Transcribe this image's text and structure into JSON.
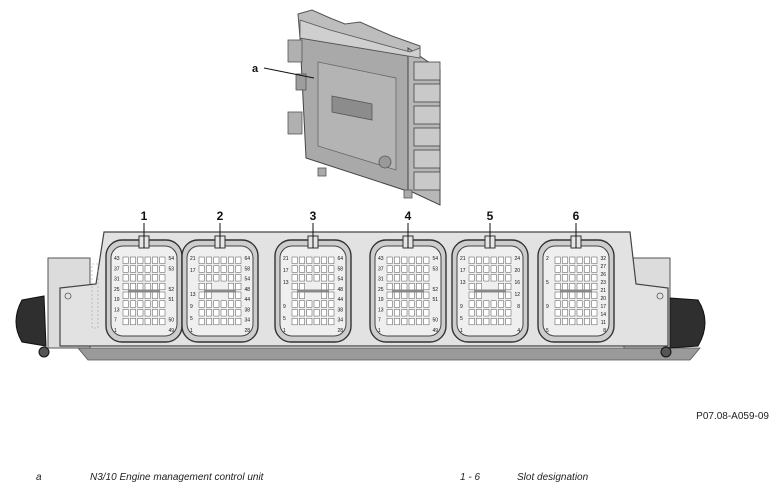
{
  "callout": "a",
  "slots": [
    {
      "label": "1",
      "left": [
        "43",
        "37",
        "31",
        "25",
        "19",
        "13",
        "7",
        "1"
      ],
      "right": [
        "54",
        "53",
        "",
        "52",
        "51",
        "",
        "50",
        "49"
      ]
    },
    {
      "label": "2",
      "left": [
        "21",
        "17",
        "",
        "13",
        "9",
        "5",
        "1"
      ],
      "right": [
        "64",
        "58",
        "54",
        "48",
        "44",
        "38",
        "34",
        "28"
      ]
    },
    {
      "label": "3",
      "left": [
        "21",
        "17",
        "13",
        "",
        "9",
        "5",
        "1"
      ],
      "right": [
        "64",
        "58",
        "54",
        "48",
        "44",
        "38",
        "34",
        "28"
      ]
    },
    {
      "label": "4",
      "left": [
        "43",
        "37",
        "31",
        "25",
        "19",
        "13",
        "7",
        "1"
      ],
      "right": [
        "54",
        "53",
        "",
        "52",
        "51",
        "",
        "50",
        "49"
      ]
    },
    {
      "label": "5",
      "left": [
        "21",
        "17",
        "13",
        "",
        "9",
        "5",
        "1"
      ],
      "right": [
        "24",
        "20",
        "16",
        "12",
        "8",
        "",
        "4"
      ]
    },
    {
      "label": "6",
      "left": [
        "2",
        "",
        "5",
        "",
        "9",
        "",
        "5"
      ],
      "right": [
        "32",
        "27",
        "26",
        "23",
        "21",
        "20",
        "17",
        "14",
        "11",
        "8"
      ]
    }
  ],
  "figure_id": "P07.08-A059-09",
  "legend": [
    {
      "key": "a",
      "text": "N3/10 Engine management control unit"
    },
    {
      "key": "1 - 6",
      "text": "Slot designation"
    }
  ]
}
